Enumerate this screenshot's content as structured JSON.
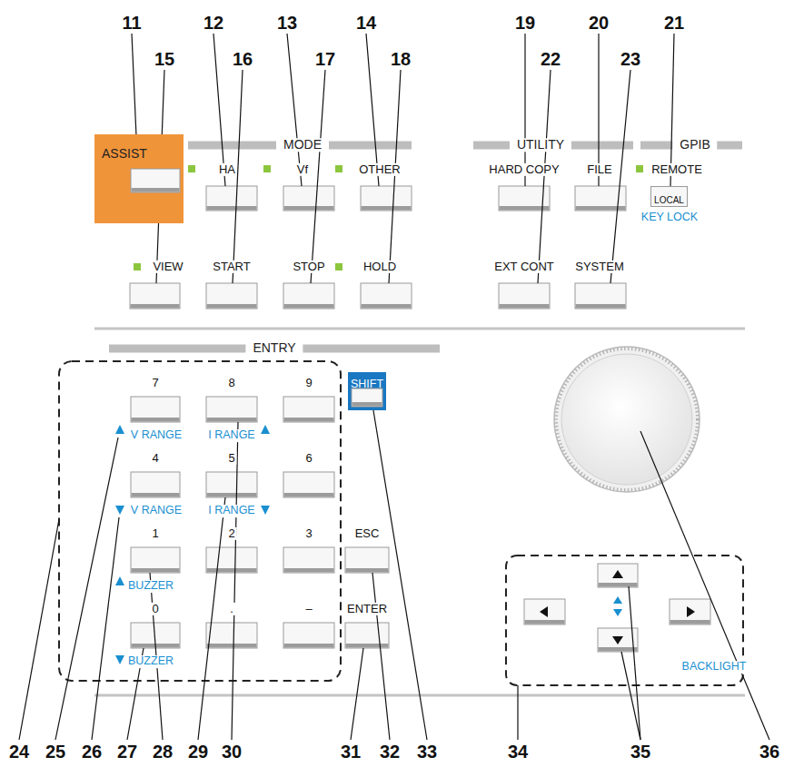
{
  "diagram": {
    "nodes": [
      {
        "text": [
          "ASSIST"
        ]
      },
      {
        "text": [
          "SHIFT"
        ]
      },
      {
        "text": [
          "LOCAL"
        ]
      }
    ],
    "labels": [
      "11",
      "12",
      "13",
      "14",
      "19",
      "20",
      "21",
      "15",
      "16",
      "17",
      "18",
      "22",
      "23",
      "MODE",
      "UTILITY",
      "GPIB",
      "HA",
      "Vf",
      "OTHER",
      "HARD COPY",
      "FILE",
      "REMOTE",
      "KEY LOCK",
      "VIEW",
      "START",
      "STOP",
      "HOLD",
      "EXT CONT",
      "SYSTEM",
      "ENTRY",
      "7",
      "8",
      "9",
      "V RANGE",
      "I RANGE",
      "4",
      "5",
      "6",
      "V RANGE",
      "I RANGE",
      "1",
      "2",
      "3",
      "ESC",
      "BUZZER",
      "0",
      ".",
      "–",
      "ENTER",
      "BUZZER",
      "BACKLIGHT",
      "24",
      "25",
      "26",
      "27",
      "28",
      "29",
      "30",
      "31",
      "32",
      "33",
      "34",
      "35",
      "36"
    ]
  }
}
